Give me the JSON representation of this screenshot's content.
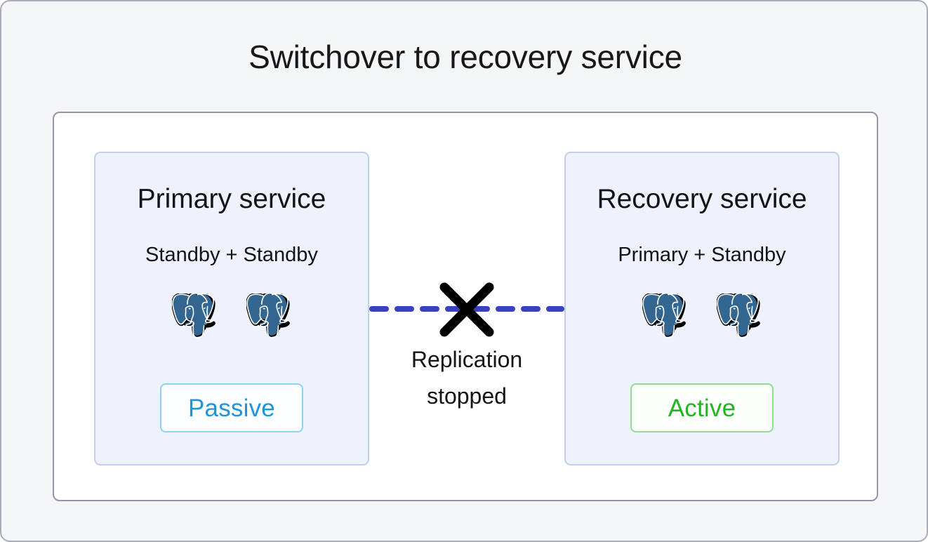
{
  "diagram": {
    "title": "Switchover to recovery service",
    "type": "architecture-diagram"
  },
  "primary_service": {
    "title": "Primary service",
    "subtitle": "Standby + Standby",
    "nodes": [
      {
        "icon": "postgresql-elephant-icon",
        "role": "Standby"
      },
      {
        "icon": "postgresql-elephant-icon",
        "role": "Standby"
      }
    ],
    "status": "Passive",
    "status_color": "#1e95da",
    "status_border": "#8ad4f5",
    "card_fill": "#eef2fd",
    "card_border": "#c3cdee"
  },
  "recovery_service": {
    "title": "Recovery service",
    "subtitle": "Primary + Standby",
    "nodes": [
      {
        "icon": "postgresql-elephant-icon",
        "role": "Primary"
      },
      {
        "icon": "postgresql-elephant-icon",
        "role": "Standby"
      }
    ],
    "status": "Active",
    "status_color": "#22b522",
    "status_border": "#8ce08c",
    "card_fill": "#eef2fd",
    "card_border": "#c3cdee"
  },
  "replication_link": {
    "label_line1": "Replication",
    "label_line2": "stopped",
    "line_style": "dashed",
    "line_color": "#3a41c0",
    "state": "broken",
    "marker_icon": "cross-x-icon",
    "marker_color": "#000000"
  },
  "theme": {
    "page_background": "#f5f6f8",
    "panel_background": "#ffffff",
    "panel_border": "#9296a5",
    "frame_border": "#a9adb8",
    "text_color": "#141417",
    "postgres_blue": "#336791",
    "postgres_outline": "#000000"
  }
}
